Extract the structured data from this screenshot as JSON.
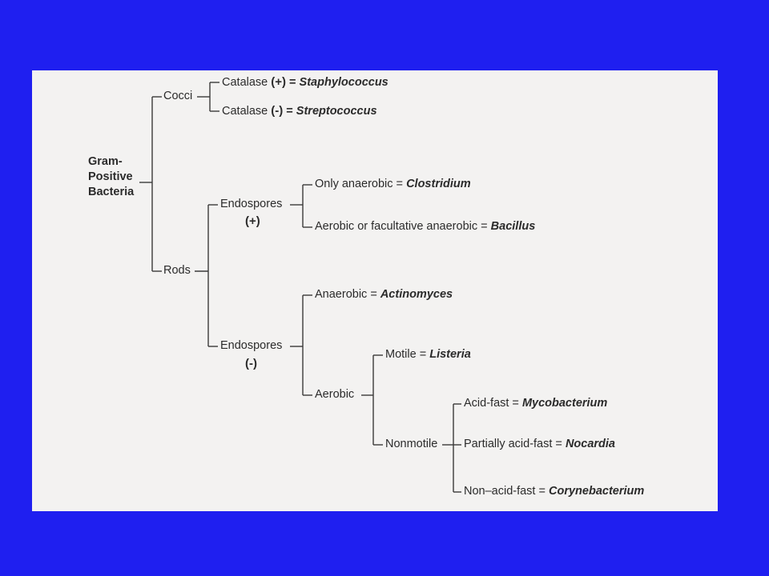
{
  "root": {
    "line1": "Gram-",
    "line2": "Positive",
    "line3": "Bacteria"
  },
  "cocci": {
    "label": "Cocci",
    "catalase_pos": {
      "prefix": "Catalase",
      "sign": "(+)",
      "eq": "=",
      "genus": "Staphylococcus"
    },
    "catalase_neg": {
      "prefix": "Catalase",
      "sign": "(-)",
      "eq": "=",
      "genus": "Streptococcus"
    }
  },
  "rods": {
    "label": "Rods",
    "endo_pos": {
      "label": "Endospores",
      "sign": "(+)",
      "anaerobic": {
        "prefix": "Only anaerobic =",
        "genus": "Clostridium"
      },
      "aerobic": {
        "prefix": "Aerobic or facultative anaerobic =",
        "genus": "Bacillus"
      }
    },
    "endo_neg": {
      "label": "Endospores",
      "sign": "(-)",
      "anaerobic": {
        "prefix": "Anaerobic =",
        "genus": "Actinomyces"
      },
      "aerobic": {
        "label": "Aerobic",
        "motile": {
          "prefix": "Motile =",
          "genus": "Listeria"
        },
        "nonmotile": {
          "label": "Nonmotile",
          "acid_fast": {
            "prefix": "Acid-fast =",
            "genus": "Mycobacterium"
          },
          "partial": {
            "prefix": "Partially acid-fast =",
            "genus": "Nocardia"
          },
          "non_acid": {
            "prefix": "Non–acid-fast =",
            "genus": "Corynebacterium"
          }
        }
      }
    }
  }
}
